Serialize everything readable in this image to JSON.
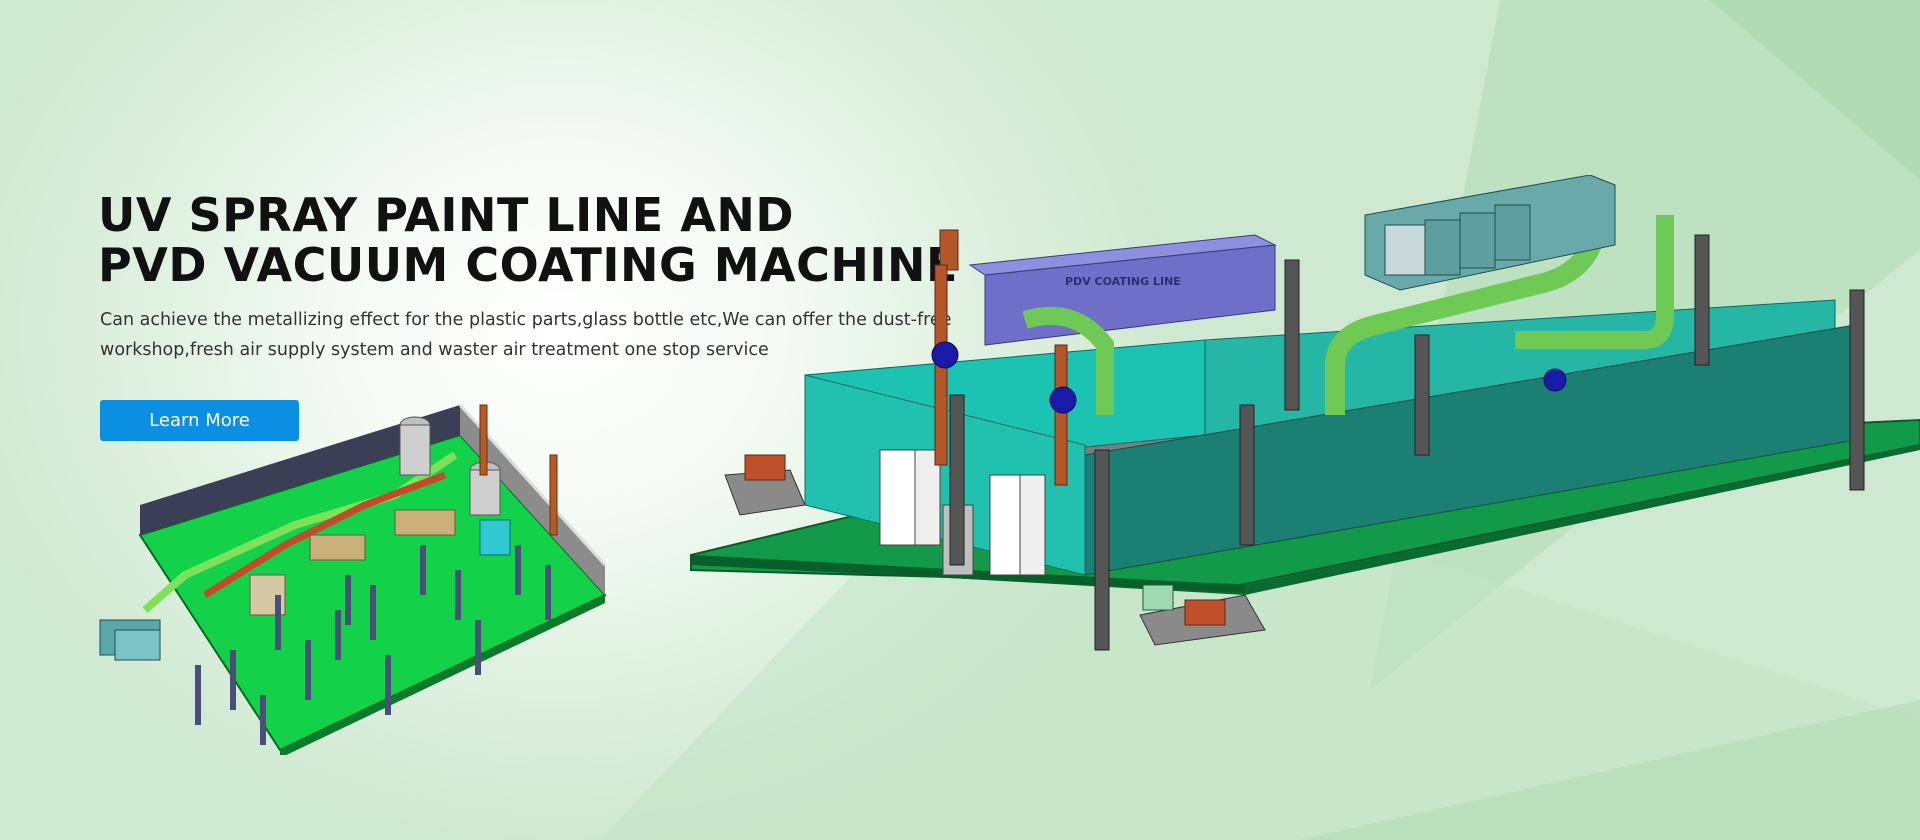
{
  "hero": {
    "title_line1": "UV SPRAY PAINT LINE AND",
    "title_line2": "PVD VACUUM COATING MACHINE",
    "description": "Can achieve the metallizing effect for the plastic parts,glass bottle etc,We can offer the dust-free workshop,fresh air supply system and waster air treatment one stop service",
    "cta_label": "Learn More"
  },
  "colors": {
    "accent_button": "#0b8fe3",
    "floor_green": "#129a4a",
    "wall_teal": "#1c8a7e",
    "duct_green": "#6fca55",
    "background_green": "#cfe9d2"
  }
}
